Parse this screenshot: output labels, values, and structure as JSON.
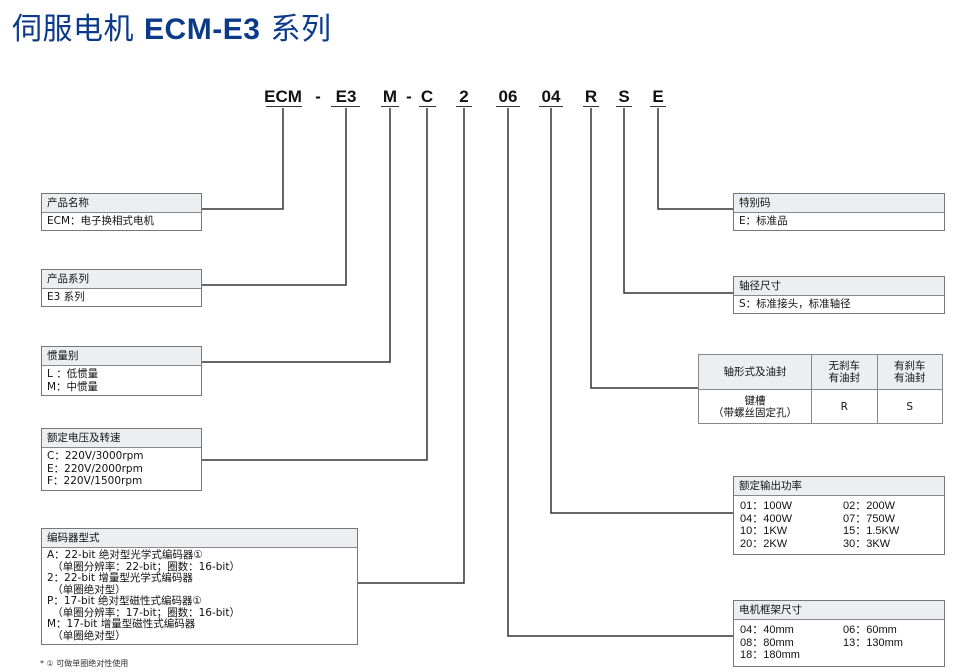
{
  "title_cn": "伺服电机",
  "title_model": "ECM-E3",
  "title_suffix": "系列",
  "code": [
    "ECM",
    "-",
    "E3",
    "M",
    "-",
    "C",
    "2",
    "06",
    "04",
    "R",
    "S",
    "E"
  ],
  "boxes": {
    "name": {
      "header": "产品名称",
      "body": "ECM：电子换相式电机"
    },
    "series": {
      "header": "产品系列",
      "body": "E3 系列"
    },
    "inertia": {
      "header": "惯量别",
      "body": "L ：低惯量\nM：中惯量"
    },
    "voltage": {
      "header": "额定电压及转速",
      "body": "C：220V/3000rpm\nE：220V/2000rpm\nF：220V/1500rpm"
    },
    "encoder": {
      "header": "编码器型式",
      "body": "A：22-bit 绝对型光学式编码器①\n　（单圈分辨率：22-bit；圈数：16-bit）\n2：22-bit 增量型光学式编码器\n　（单圈绝对型）\nP：17-bit 绝对型磁性式编码器①\n　（单圈分辨率：17-bit；圈数：16-bit）\nM：17-bit 增量型磁性式编码器\n　（单圈绝对型）"
    },
    "special": {
      "header": "特别码",
      "body": "E：标准品"
    },
    "shaft": {
      "header": "轴径尺寸",
      "body": "S：标准接头，标准轴径"
    },
    "power": {
      "header": "额定输出功率",
      "items": [
        "01：100W",
        "02：200W",
        "04：400W",
        "07：750W",
        "10：1KW",
        "15：1.5KW",
        "20：2KW",
        "30：3KW"
      ]
    },
    "frame": {
      "header": "电机框架尺寸",
      "items": [
        "04：40mm",
        "06：60mm",
        "08：80mm",
        "13：130mm",
        "18：180mm",
        ""
      ]
    }
  },
  "table": {
    "h1": "轴形式及油封",
    "h2": "无刹车\n有油封",
    "h3": "有刹车\n有油封",
    "r1": "键槽\n（带螺丝固定孔）",
    "v1": "R",
    "v2": "S"
  },
  "footnote": "* ① 可做单圈绝对性使用",
  "colors": {
    "title": "#0b3a8a",
    "header_bg": "#eceef1",
    "line": "#333333"
  }
}
